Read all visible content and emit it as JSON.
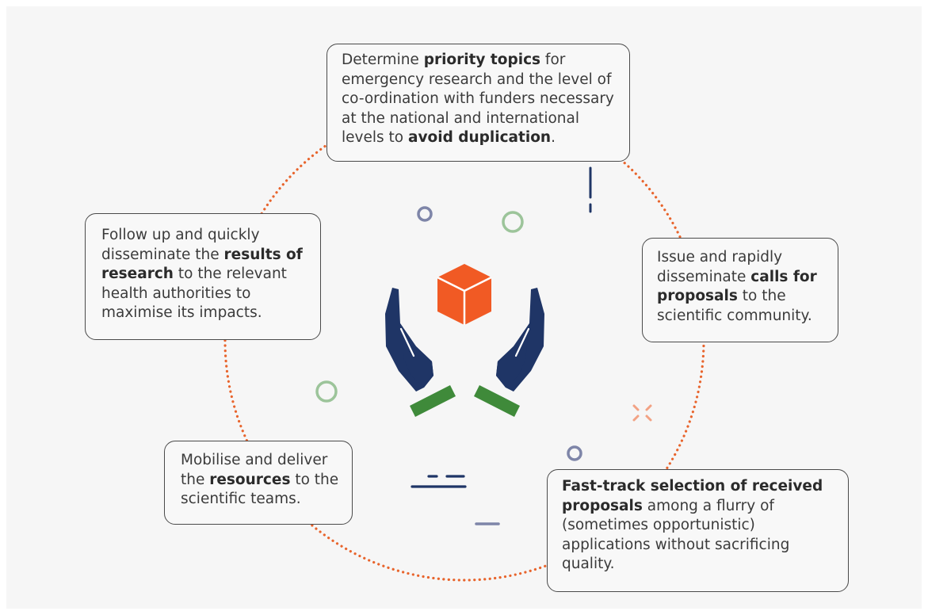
{
  "boxes": {
    "top": {
      "parts": [
        "Determine ",
        "priority topics",
        " for emergency research and the level of co-ordination with funders necessary at the national and international levels to ",
        "avoid duplication",
        "."
      ]
    },
    "left": {
      "parts": [
        "Follow up and quickly disseminate the ",
        "results of research",
        " to the relevant health authorities to maximise its impacts."
      ]
    },
    "right": {
      "parts": [
        "Issue and rapidly disseminate ",
        "calls for proposals",
        " to the scientific community."
      ]
    },
    "bottom_left": {
      "parts": [
        "Mobilise and deliver the ",
        "resources",
        " to the scientific teams."
      ]
    },
    "bottom_right": {
      "parts": [
        "Fast-track selection of received proposals",
        " among a flurry of (sometimes opportunistic) applications without sacrificing quality."
      ]
    }
  },
  "colors": {
    "background": "#f6f6f6",
    "dotted_circle": "#e8642c",
    "cube": "#f15a24",
    "hands": "#1f3566",
    "cuffs": "#3f8a3a",
    "accent_navy": "#1f3566",
    "accent_green_ring": "#9cc49a",
    "accent_purple_ring": "#7e85a8",
    "accent_salmon": "#f2a284"
  },
  "icons": {
    "center": "hands-holding-box-icon"
  }
}
